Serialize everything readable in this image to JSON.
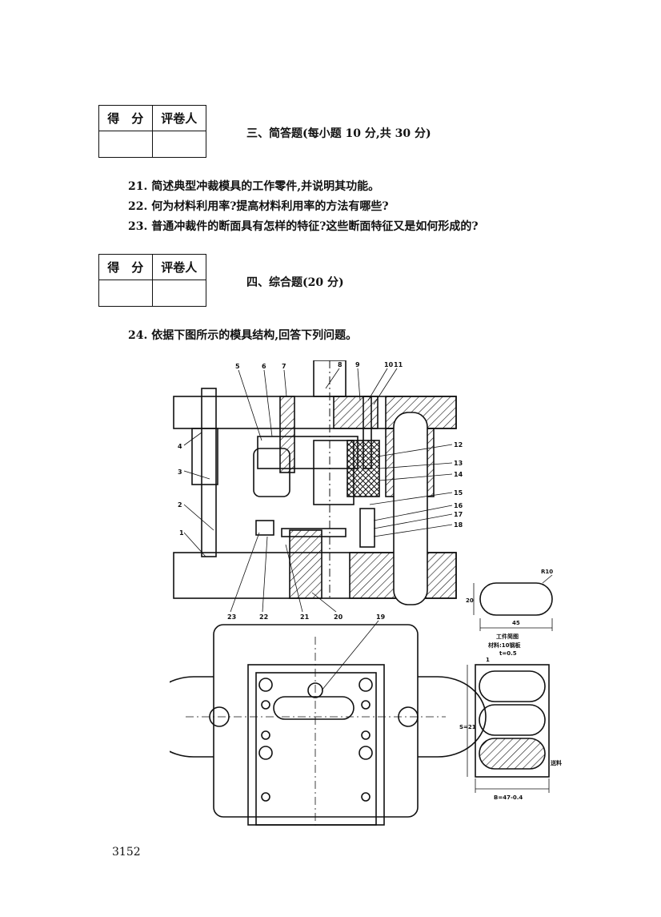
{
  "score_box": {
    "score_label": "得　分",
    "grader_label": "评卷人"
  },
  "section3": {
    "title": "三、简答题(每小题 10 分,共 30 分)",
    "questions": [
      "21. 简述典型冲裁模具的工作零件,并说明其功能。",
      "22. 何为材料利用率?提高材料利用率的方法有哪些?",
      "23. 普通冲裁件的断面具有怎样的特征?这些断面特征又是如何形成的?"
    ]
  },
  "section4": {
    "title": "四、综合题(20 分)",
    "questions": [
      "24. 依据下图所示的模具结构,回答下列问题。"
    ]
  },
  "figure": {
    "part_labels": [
      "5",
      "6",
      "7",
      "8",
      "9",
      "10",
      "11",
      "12",
      "13",
      "14",
      "15",
      "16",
      "17",
      "18",
      "4",
      "3",
      "2",
      "1",
      "23",
      "22",
      "21",
      "20",
      "19"
    ],
    "workpiece": {
      "radius_label": "R10",
      "height_label": "20",
      "width_label": "45",
      "caption": "工件简图",
      "material": "材料:10钢板",
      "thickness": "t=0.5"
    },
    "layout": {
      "gap_label": "1",
      "pitch_label": "S=21",
      "width_label": "B=47-0.4",
      "feed_label": "送料"
    }
  },
  "page_number": "3152"
}
